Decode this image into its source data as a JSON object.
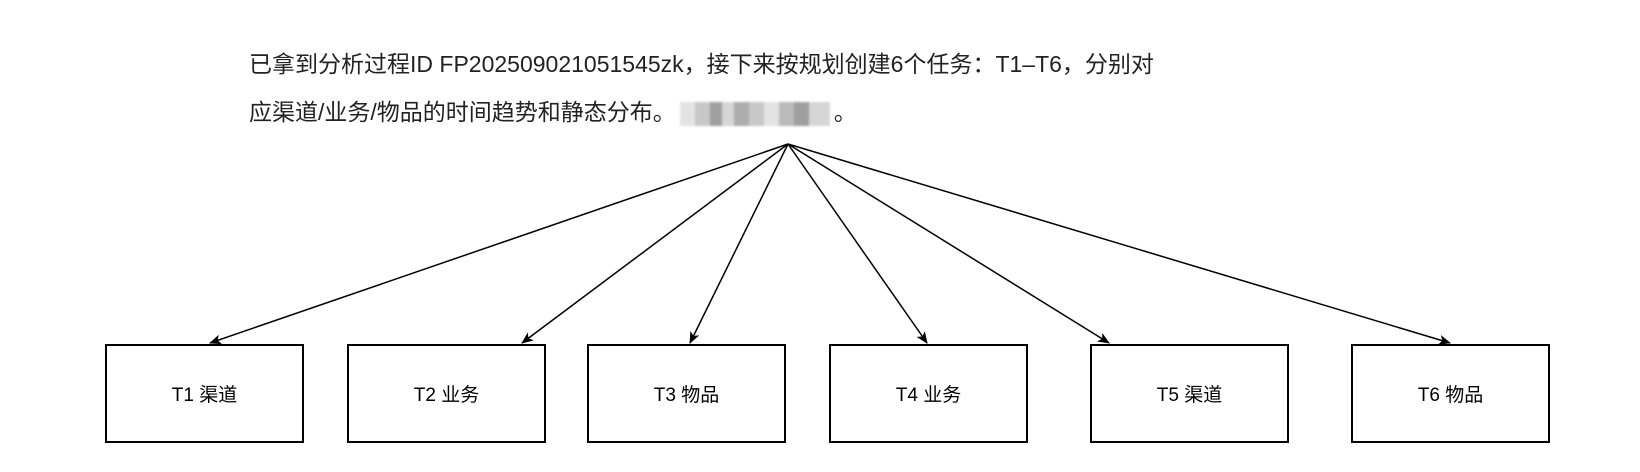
{
  "message": {
    "line1": "已拿到分析过程ID FP202509021051545zk，接下来按规划创建6个任务：T1–T6，分别对",
    "line2": "应渠道/业务/物品的时间趋势和静态分布。",
    "line2_end": "。"
  },
  "tasks": [
    {
      "label": "T1 渠道"
    },
    {
      "label": "T2 业务"
    },
    {
      "label": "T3 物品"
    },
    {
      "label": "T4 业务"
    },
    {
      "label": "T5 渠道"
    },
    {
      "label": "T6 物品"
    }
  ]
}
